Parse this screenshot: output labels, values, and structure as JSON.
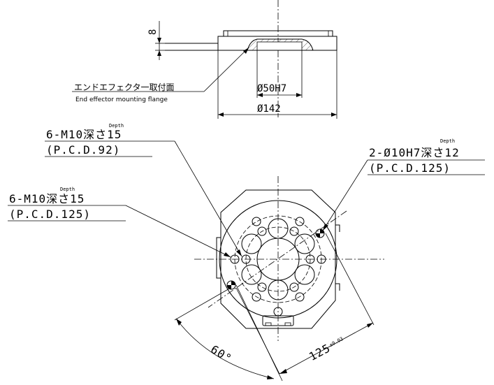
{
  "side_view": {
    "thickness_label": "8",
    "flange_label_jp": "エンドエフェクタ一取付面",
    "flange_label_en": "End effector mounting flange",
    "bore_label": "Ø50H7",
    "outer_label": "Ø142"
  },
  "callouts": {
    "tap_92": {
      "depth": "Depth",
      "line1": "6-M10深さ15",
      "line2": "(P.C.D.92)"
    },
    "pin_125": {
      "depth": "Depth",
      "line1": "2-Ø10H7深さ12",
      "line2": "(P.C.D.125)"
    },
    "tap_125": {
      "depth": "Depth",
      "line1": "6-M10深さ15",
      "line2": "(P.C.D.125)"
    }
  },
  "dimensions": {
    "angle": "60°",
    "pcd_value": "125",
    "pcd_tolerance": "±0.03"
  }
}
